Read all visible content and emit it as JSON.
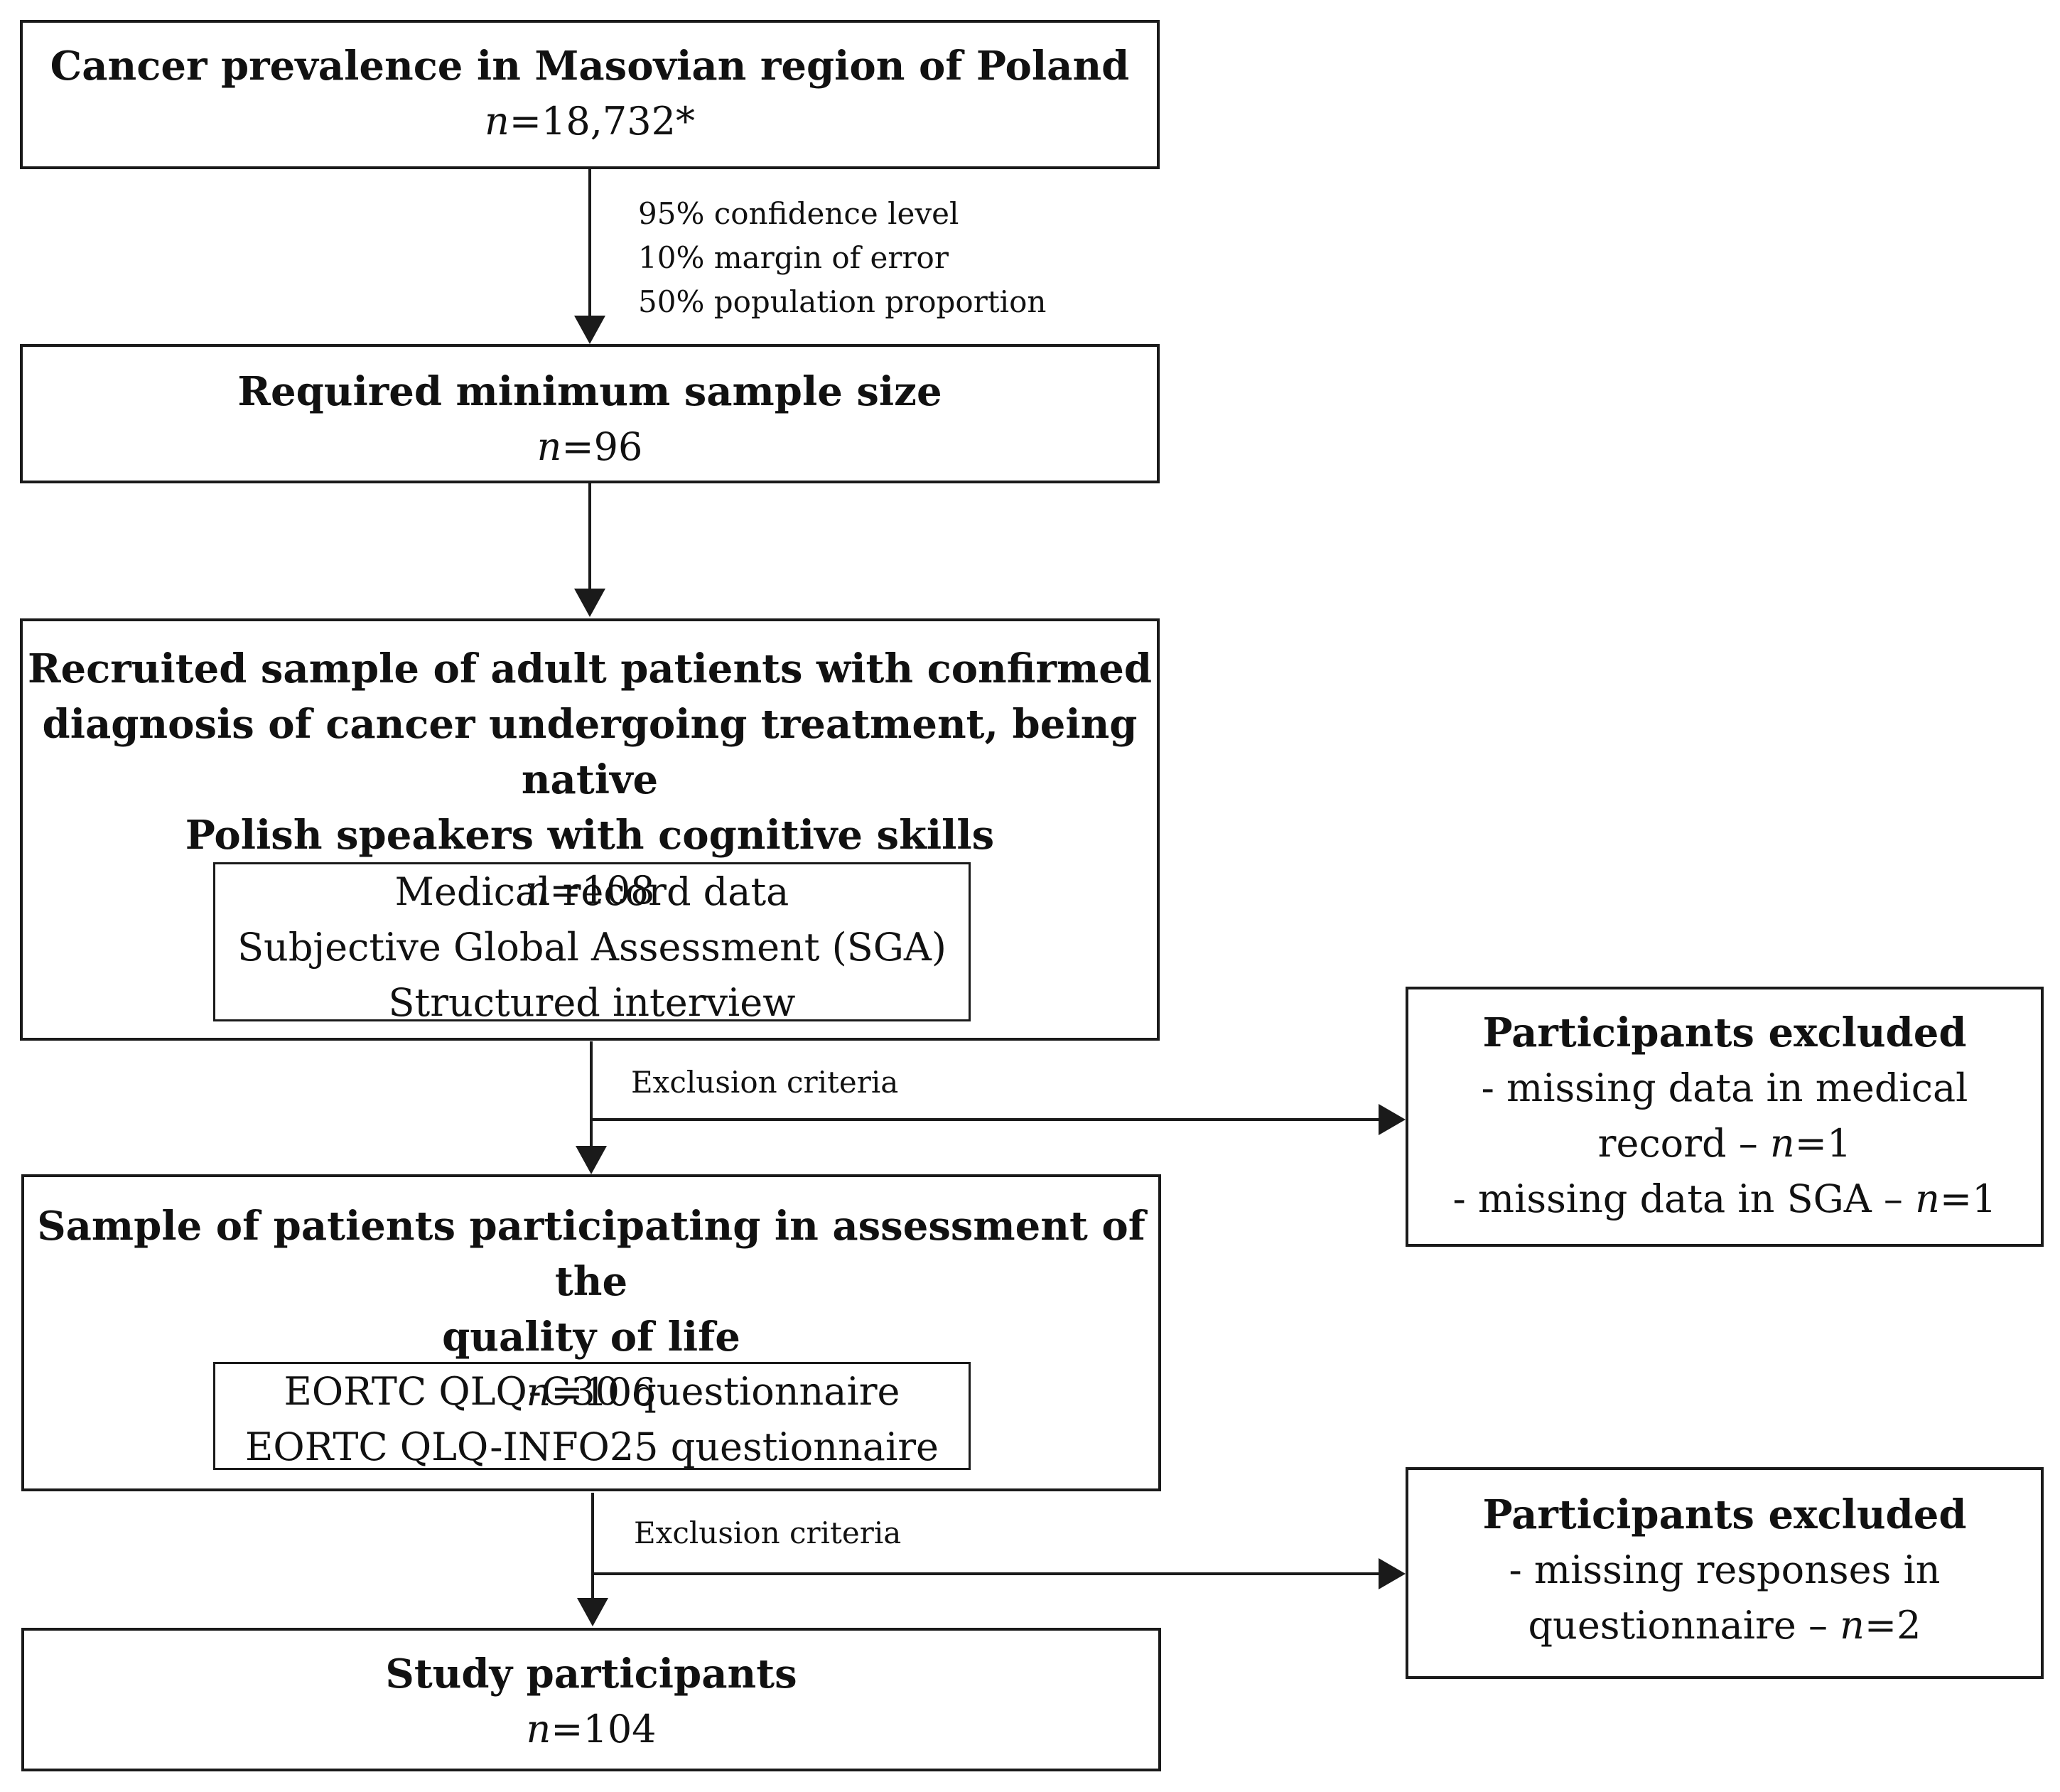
{
  "boxes": {
    "prevalence": {
      "title": "Cancer prevalence in Masovian region of Poland",
      "n_prefix": "n",
      "n_value": "=18,732*"
    },
    "min_sample": {
      "title": "Required minimum sample size",
      "n_prefix": "n",
      "n_value": "=96"
    },
    "recruited": {
      "title_lines": [
        "Recruited sample of adult patients with confirmed",
        "diagnosis of cancer undergoing treatment, being native",
        "Polish speakers with cognitive skills"
      ],
      "n_prefix": "n",
      "n_value": "=108",
      "methods": [
        "Medical record data",
        "Subjective Global Assessment (SGA)",
        "Structured interview"
      ]
    },
    "qol_sample": {
      "title_lines": [
        "Sample of patients participating in assessment of the",
        "quality of life"
      ],
      "n_prefix": "n",
      "n_value": "=106",
      "methods": [
        "EORTC QLQ-C30 questionnaire",
        "EORTC QLQ-INFO25 questionnaire"
      ]
    },
    "participants": {
      "title": "Study participants",
      "n_prefix": "n",
      "n_value": "=104"
    },
    "excluded_1": {
      "title": "Participants excluded",
      "line1": "- missing data in medical",
      "line2_text": "record – ",
      "line2_n": "n",
      "line2_value": "=1",
      "line3_text": "- missing data in SGA – ",
      "line3_n": "n",
      "line3_value": "=1"
    },
    "excluded_2": {
      "title": "Participants excluded",
      "line1": "- missing responses in",
      "line2_text": "questionnaire – ",
      "line2_n": "n",
      "line2_value": "=2"
    }
  },
  "annotations": {
    "sampling_params": [
      "95% confidence level",
      "10% margin of error",
      "50% population proportion"
    ],
    "exclusion_1": "Exclusion criteria",
    "exclusion_2": "Exclusion criteria"
  }
}
